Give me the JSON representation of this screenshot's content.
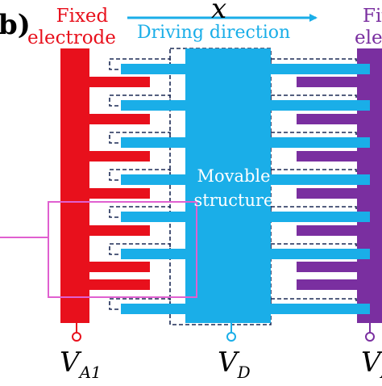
{
  "panel_label": "b)",
  "left_electrode": {
    "title_line1": "Fixed",
    "title_line2": "electrode",
    "color": "#e8101c"
  },
  "right_electrode": {
    "title_line1": "Fix",
    "title_line2": "elect",
    "color": "#7a2fa0"
  },
  "axis": {
    "label": "x"
  },
  "driving": {
    "label": "Driving direction",
    "color": "#1aaee8"
  },
  "movable": {
    "line1": "Movable",
    "line2": "structure",
    "color": "#1aaee8"
  },
  "highlight": {
    "color": "#e060d0"
  },
  "voltages": {
    "left": {
      "base": "V",
      "sub": "A1"
    },
    "center": {
      "base": "V",
      "sub": "D"
    },
    "right": {
      "base": "V",
      "sub": "A"
    }
  }
}
